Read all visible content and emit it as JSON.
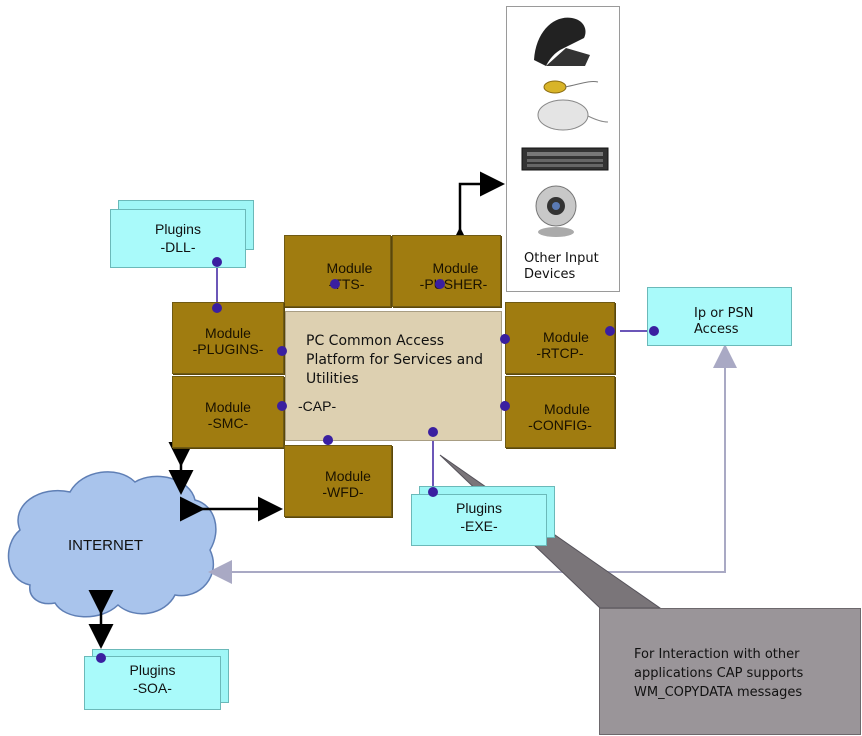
{
  "core": {
    "title": "PC Common Access Platform for Services and Utilities",
    "tag": "-CAP-"
  },
  "modules": {
    "tts": {
      "line1": "Module",
      "line2": "-TTS-"
    },
    "pusher": {
      "line1": "Module",
      "line2": "-PUSHER-"
    },
    "plugins": {
      "line1": "Module",
      "line2": "-PLUGINS-"
    },
    "rtcp": {
      "line1": "Module",
      "line2": "-RTCP-"
    },
    "smc": {
      "line1": "Module",
      "line2": "-SMC-"
    },
    "config": {
      "line1": "Module",
      "line2": "-CONFIG-"
    },
    "wfd": {
      "line1": "Module",
      "line2": "-WFD-"
    }
  },
  "plugins": {
    "dll": {
      "line1": "Plugins",
      "line2": "-DLL-"
    },
    "exe": {
      "line1": "Plugins",
      "line2": "-EXE-"
    },
    "soa": {
      "line1": "Plugins",
      "line2": "-SOA-"
    }
  },
  "devices": {
    "caption": "Other Input Devices",
    "icons": [
      "telephone-icon",
      "switch-button-icon",
      "mouse-icon",
      "keyboard-icon",
      "webcam-icon"
    ]
  },
  "access": {
    "label": "Ip or PSN Access"
  },
  "cloud": {
    "label": "INTERNET"
  },
  "note": {
    "text": "For Interaction with other applications CAP supports WM_COPYDATA messages"
  },
  "colors": {
    "module": "#a07c10",
    "plugin": "#a9fafa",
    "core": "#ddd0b1",
    "cloud": "#a9c4ec",
    "connector_dot": "#3a1fa0",
    "note": "#9a9599"
  }
}
